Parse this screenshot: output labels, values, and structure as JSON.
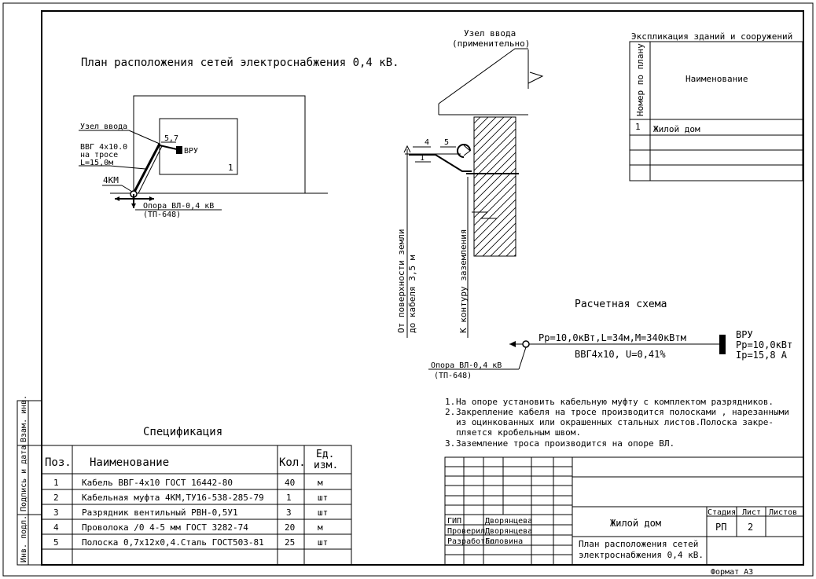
{
  "plan": {
    "title": "План расположения сетей электроснабжения 0,4 кВ.",
    "entry_node": "Узел ввода",
    "cable_line1": "ВВГ 4х10.0",
    "cable_line2": "на тросе",
    "cable_line3": "L=15,0м",
    "dim_value": "5,7",
    "vru": "ВРУ",
    "building_num": "1",
    "coupling": "4КМ",
    "pole": "Опора ВЛ-0,4 кВ",
    "tp": "(ТП-648)"
  },
  "section": {
    "entry_line1": "Узел ввода",
    "entry_line2": "(применительно)",
    "pos1": "1",
    "pos4": "4",
    "pos5": "5",
    "height_line1": "От поверхности земли",
    "height_line2": "до кабеля 3,5 м",
    "ground": "К контуру заземления"
  },
  "explication": {
    "title": "Экспликация зданий и сооружений",
    "col_num": "Номер по плану",
    "col_name": "Наименование",
    "rows": [
      {
        "num": "1",
        "name": "Жилой дом"
      }
    ]
  },
  "calc": {
    "title": "Расчетная схема",
    "line_top": "Рр=10,0кВт,L=34м,М=340кВтм",
    "line_bottom": "ВВГ4х10, U=0,41%",
    "vru": "ВРУ",
    "pp": "Рр=10,0кВт",
    "ip": "Iр=15,8 А",
    "pole": "Опора ВЛ-0,4 кВ",
    "tp": "(ТП-648)"
  },
  "notes": [
    {
      "num": "1.",
      "lines": [
        "На опоре установить кабельную муфту с комплектом разрядников."
      ]
    },
    {
      "num": "2.",
      "lines": [
        "Закрепление кабеля на тросе производится полосками , нарезанными",
        "из оцинкованных или окрашенных стальных листов.Полоска закре-",
        "пляется кробельным швом."
      ]
    },
    {
      "num": "3.",
      "lines": [
        "Заземление троса производится на опоре ВЛ."
      ]
    }
  ],
  "spec": {
    "title": "Спецификация",
    "headers": {
      "pos": "Поз.",
      "name": "Наименование",
      "qty": "Кол.",
      "unit1": "Ед.",
      "unit2": "изм."
    },
    "rows": [
      {
        "pos": "1",
        "name": "Кабель ВВГ-4х10 ГОСТ 16442-80",
        "qty": "40",
        "unit": "м"
      },
      {
        "pos": "2",
        "name": "Кабельная муфта 4КМ,ТУ16-538-285-79",
        "qty": "1",
        "unit": "шт"
      },
      {
        "pos": "3",
        "name": "Разрядник вентильный РВН-0,5У1",
        "qty": "3",
        "unit": "шт"
      },
      {
        "pos": "4",
        "name": "Проволока ∕0 4-5 мм ГОСТ 3282-74",
        "qty": "20",
        "unit": "м"
      },
      {
        "pos": "5",
        "name": "Полоска 0,7х12х0,4.Сталь ГОСТ503-81",
        "qty": "25",
        "unit": "шт"
      }
    ]
  },
  "side": {
    "vzam": "Взам. инв.",
    "podpis": "Подпись и дата",
    "inv": "Инв. подл."
  },
  "stamp": {
    "roles": [
      {
        "role": "ГИП",
        "name": "Дворянцева"
      },
      {
        "role": "Проверил",
        "name": "Дворянцева"
      },
      {
        "role": "Разработал",
        "name": "Головина"
      }
    ],
    "object": "Жилой дом",
    "doc_line1": "План расположения сетей",
    "doc_line2": "электроснабжения 0,4 кВ.",
    "h_stage": "Стадия",
    "h_sheet": "Лист",
    "h_sheets": "Листов",
    "stage": "РП",
    "sheet": "2",
    "sheets": "",
    "format": "Формат А3"
  }
}
